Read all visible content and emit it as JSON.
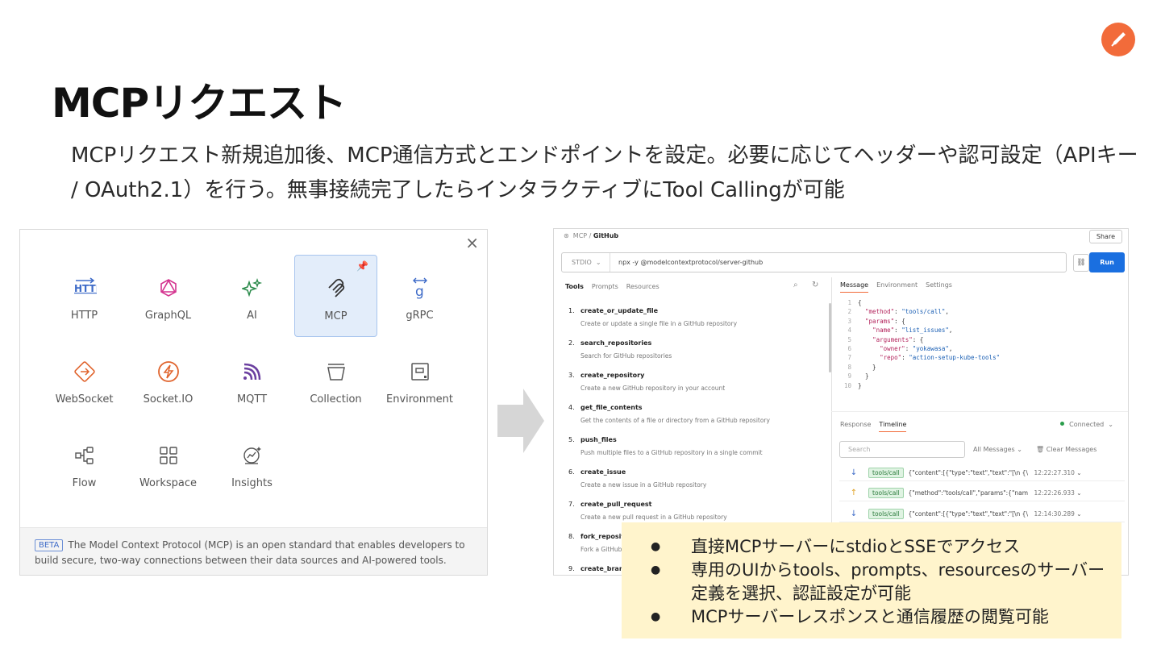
{
  "slide": {
    "title": "MCPリクエスト",
    "subtitle": "MCPリクエスト新規追加後、MCP通信方式とエンドポイントを設定。必要に応じてヘッダーや認可設定（APIキー / OAuth2.1）を行う。無事接続完了したらインタラクティブにTool Callingが可能",
    "bullets": [
      "直接MCPサーバーにstdioとSSEでアクセス",
      "専用のUIからtools、prompts、resourcesのサーバー定義を選択、認証設定が可能",
      "MCPサーバーレスポンスと通信履歴の閲覧可能"
    ]
  },
  "new_panel": {
    "close_label": "×",
    "items": [
      {
        "label": "HTTP",
        "icon": "http-icon",
        "color": "#3e6bc8"
      },
      {
        "label": "GraphQL",
        "icon": "graphql-icon",
        "color": "#d4348f"
      },
      {
        "label": "AI",
        "icon": "ai-sparkle-icon",
        "color": "#2a8a4a"
      },
      {
        "label": "MCP",
        "icon": "mcp-icon",
        "color": "#333333"
      },
      {
        "label": "gRPC",
        "icon": "grpc-icon",
        "color": "#3e6bc8"
      },
      {
        "label": "WebSocket",
        "icon": "websocket-icon",
        "color": "#e0632c"
      },
      {
        "label": "Socket.IO",
        "icon": "socketio-icon",
        "color": "#e0632c"
      },
      {
        "label": "MQTT",
        "icon": "mqtt-icon",
        "color": "#6b3fa0"
      },
      {
        "label": "Collection",
        "icon": "collection-icon",
        "color": "#555555"
      },
      {
        "label": "Environment",
        "icon": "environment-icon",
        "color": "#555555"
      },
      {
        "label": "Flow",
        "icon": "flow-icon",
        "color": "#555555"
      },
      {
        "label": "Workspace",
        "icon": "workspace-icon",
        "color": "#555555"
      },
      {
        "label": "Insights",
        "icon": "insights-icon",
        "color": "#555555"
      }
    ],
    "selected": "MCP",
    "beta_label": "BETA",
    "footer": "The Model Context Protocol (MCP) is an open standard that enables developers to build secure, two-way connections between their data sources and AI-powered tools."
  },
  "mcp_request": {
    "breadcrumb_parent": "MCP",
    "breadcrumb_current": "GitHub",
    "share_label": "Share",
    "transport": "STDIO",
    "command": "npx -y @modelcontextprotocol/server-github",
    "run_label": "Run",
    "left_tabs": [
      "Tools",
      "Prompts",
      "Resources"
    ],
    "tools": [
      {
        "num": "1.",
        "name": "create_or_update_file",
        "desc": "Create or update a single file in a GitHub repository"
      },
      {
        "num": "2.",
        "name": "search_repositories",
        "desc": "Search for GitHub repositories"
      },
      {
        "num": "3.",
        "name": "create_repository",
        "desc": "Create a new GitHub repository in your account"
      },
      {
        "num": "4.",
        "name": "get_file_contents",
        "desc": "Get the contents of a file or directory from a GitHub repository"
      },
      {
        "num": "5.",
        "name": "push_files",
        "desc": "Push multiple files to a GitHub repository in a single commit"
      },
      {
        "num": "6.",
        "name": "create_issue",
        "desc": "Create a new issue in a GitHub repository"
      },
      {
        "num": "7.",
        "name": "create_pull_request",
        "desc": "Create a new pull request in a GitHub repository"
      },
      {
        "num": "8.",
        "name": "fork_repository",
        "desc": "Fork a GitHub"
      },
      {
        "num": "9.",
        "name": "create_branch",
        "desc": ""
      }
    ],
    "right_tabs": [
      "Message",
      "Environment",
      "Settings"
    ],
    "code_lines": [
      "{",
      "  \"method\": \"tools/call\",",
      "  \"params\": {",
      "    \"name\": \"list_issues\",",
      "    \"arguments\": {",
      "      \"owner\": \"yokawasa\",",
      "      \"repo\": \"action-setup-kube-tools\"",
      "    }",
      "  }",
      "}"
    ],
    "response_tabs": [
      "Response",
      "Timeline"
    ],
    "status": "Connected",
    "search_placeholder": "Search",
    "all_messages": "All Messages",
    "clear_messages": "Clear Messages",
    "messages": [
      {
        "dir": "↓",
        "tag": "tools/call",
        "text": "{\"content\":[{\"type\":\"text\",\"text\":\"[\\n {\\n \\\"url\\\": \\...",
        "time": "12:22:27.310"
      },
      {
        "dir": "↑",
        "tag": "tools/call",
        "text": "{\"method\":\"tools/call\",\"params\":{\"name\":\"list_is...",
        "time": "12:22:26.933"
      },
      {
        "dir": "↓",
        "tag": "tools/call",
        "text": "{\"content\":[{\"type\":\"text\",\"text\":\"[\\n {\\n \\\"url\\\": \\...",
        "time": "12:14:30.289"
      }
    ]
  }
}
